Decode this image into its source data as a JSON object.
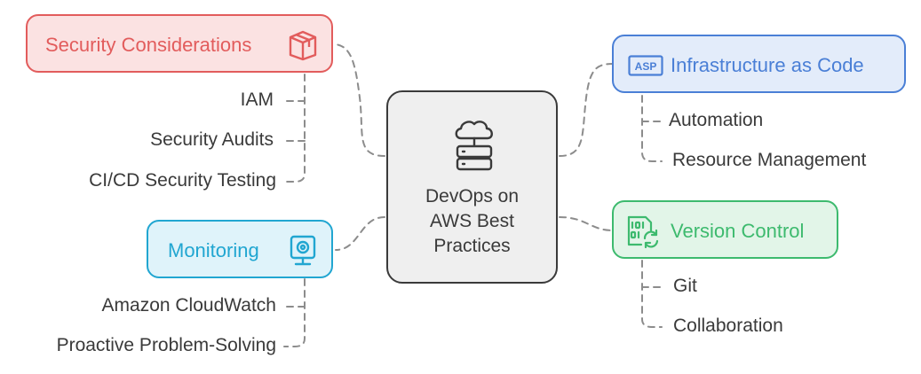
{
  "center": {
    "line1": "DevOps on",
    "line2": "AWS Best",
    "line3": "Practices",
    "icon": "cloud-server-icon"
  },
  "branches": {
    "security": {
      "label": "Security Considerations",
      "icon": "cube-icon",
      "color": "#e25c5c",
      "fill": "#fbe2e2",
      "items": [
        "IAM",
        "Security Audits",
        "CI/CD Security Testing"
      ]
    },
    "monitoring": {
      "label": "Monitoring",
      "icon": "monitor-camera-icon",
      "color": "#21a6d1",
      "fill": "#dff3fa",
      "items": [
        "Amazon CloudWatch",
        "Proactive Problem-Solving"
      ]
    },
    "iac": {
      "label": "Infrastructure as Code",
      "icon": "asp-file-icon",
      "color": "#4a7fd6",
      "fill": "#e3ecfa",
      "items": [
        "Automation",
        "Resource Management"
      ]
    },
    "vcs": {
      "label": "Version Control",
      "icon": "binary-sync-icon",
      "color": "#3dba6e",
      "fill": "#e2f5e8",
      "items": [
        "Git",
        "Collaboration"
      ]
    }
  }
}
